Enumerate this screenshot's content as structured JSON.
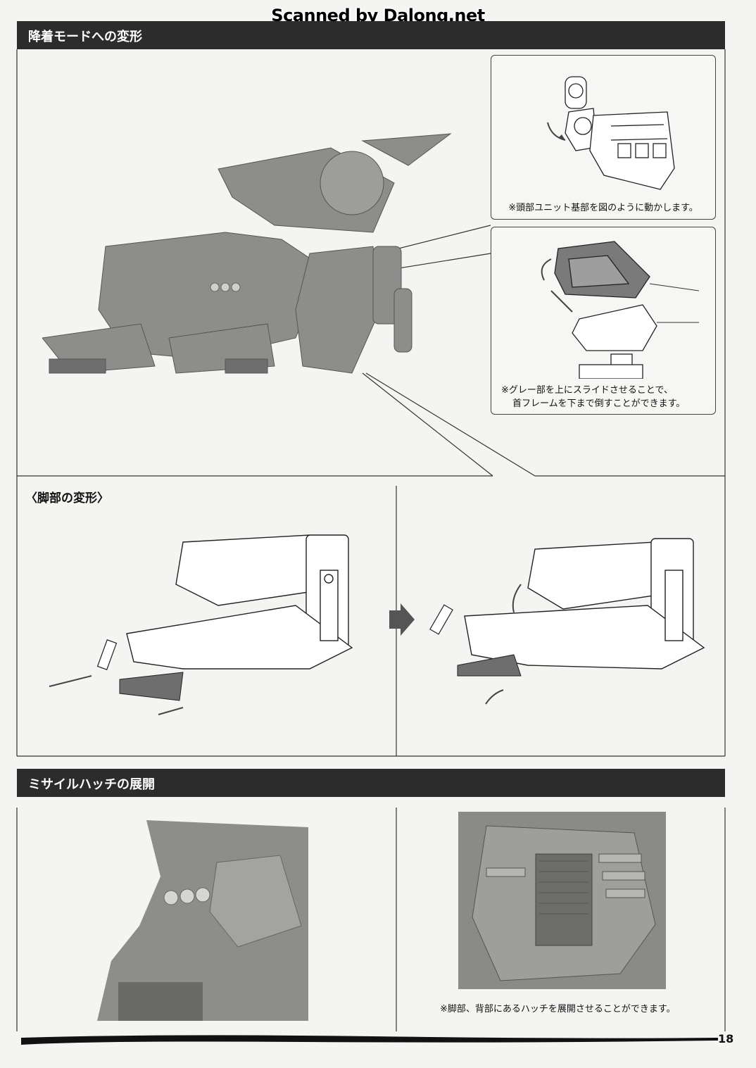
{
  "watermark": "Scanned by Dalong.net",
  "sections": {
    "landing_mode": {
      "title": "降着モードへの変形"
    },
    "leg_transform": {
      "title": "〈脚部の変形〉"
    },
    "missile_hatch": {
      "title": "ミサイルハッチの展開"
    }
  },
  "captions": {
    "head_unit": "※頭部ユニット基部を図のように動かします。",
    "gray_slide_line1": "※グレー部を上にスライドさせることで、",
    "gray_slide_line2": "首フレームを下まで倒すことができます。",
    "hatch": "※脚部、背部にあるハッチを展開させることができます。"
  },
  "page_number": "18",
  "colors": {
    "bar": "#2c2c2c",
    "part_gray": "#6e6e6e",
    "line": "#333333"
  }
}
